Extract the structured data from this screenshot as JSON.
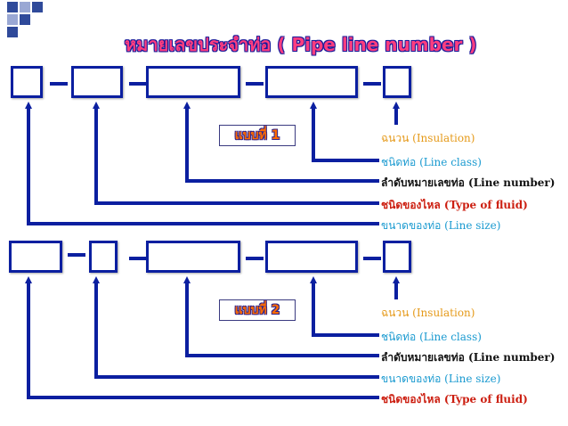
{
  "title": "หมายเลขประจำท่อ ( Pipe line number )",
  "separator": "-",
  "section1": {
    "badge": "แบบที่ 1",
    "labels": [
      "ฉนวน (Insulation)",
      "ชนิดท่อ (Line class)",
      "ลำดับหมายเลขท่อ (Line number)",
      "ชนิดของไหล (Type of fluid)",
      "ขนาดของท่อ (Line size)"
    ]
  },
  "section2": {
    "badge": "แบบที่ 2",
    "labels": [
      "ฉนวน (Insulation)",
      "ชนิดท่อ (Line class)",
      "ลำดับหมายเลขท่อ (Line number)",
      "ขนาดของท่อ (Line size)",
      "ชนิดของไหล (Type of fluid)"
    ]
  },
  "colors": {
    "lines": "#0b1fa0",
    "insulation": "#e59a1a",
    "line_class": "#1a9ad0",
    "line_number": "#111111",
    "fluid": "#cc1e10",
    "size": "#1a9ad0"
  }
}
